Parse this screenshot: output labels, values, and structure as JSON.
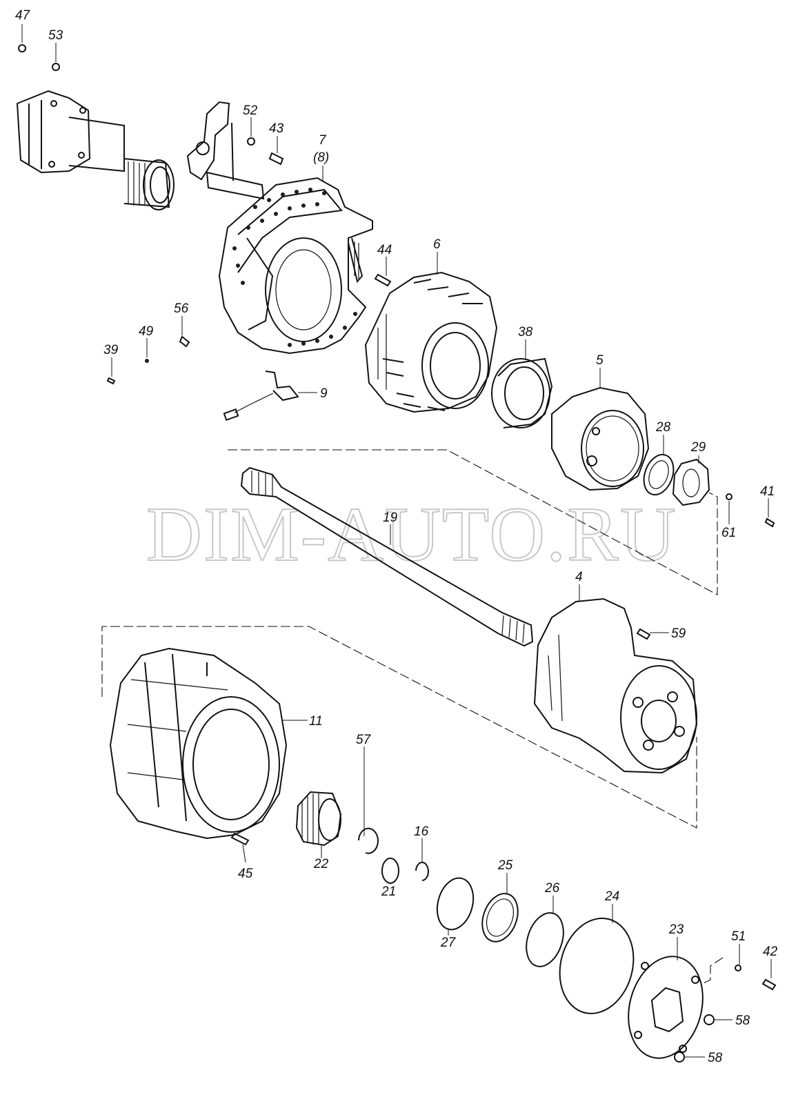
{
  "watermark": "DIM-AUTO.RU",
  "labels": {
    "p47": "47",
    "p53": "53",
    "p52": "52",
    "p43": "43",
    "p7": "7",
    "p8": "(8)",
    "p44": "44",
    "p6": "6",
    "p56": "56",
    "p49": "49",
    "p39": "39",
    "p9": "9",
    "p38": "38",
    "p5": "5",
    "p28": "28",
    "p29": "29",
    "p41": "41",
    "p61": "61",
    "p19": "19",
    "p4": "4",
    "p59": "59",
    "p11": "11",
    "p57": "57",
    "p16": "16",
    "p45": "45",
    "p22": "22",
    "p21": "21",
    "p25": "25",
    "p27": "27",
    "p26": "26",
    "p24": "24",
    "p23": "23",
    "p51": "51",
    "p42": "42",
    "p58a": "58",
    "p58b": "58"
  }
}
